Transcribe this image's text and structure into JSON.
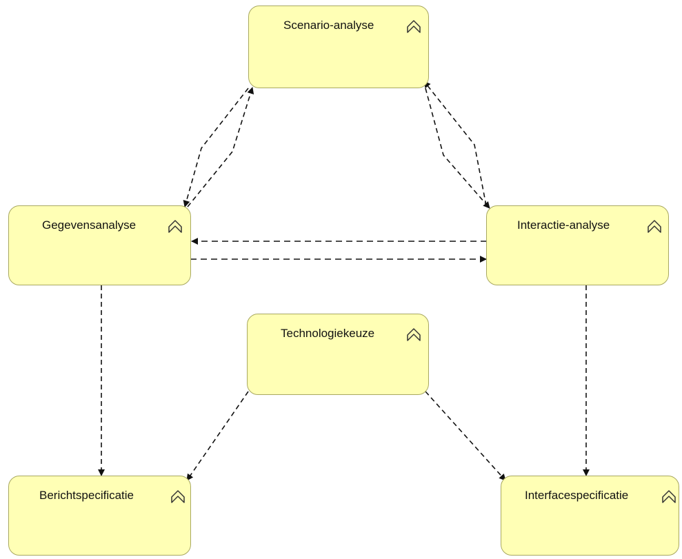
{
  "diagram": {
    "colors": {
      "node_fill": "#ffffb5",
      "node_border": "#a8a860",
      "edge": "#111111"
    },
    "icon": "process-chevron-icon",
    "nodes": {
      "scenario": {
        "label": "Scenario-analyse"
      },
      "gegevens": {
        "label": "Gegevensanalyse"
      },
      "interactie": {
        "label": "Interactie-analyse"
      },
      "technologie": {
        "label": "Technologiekeuze"
      },
      "bericht": {
        "label": "Berichtspecificatie"
      },
      "interface": {
        "label": "Interfacespecificatie"
      }
    },
    "edges": [
      {
        "from": "scenario",
        "to": "gegevens",
        "style": "dashed"
      },
      {
        "from": "gegevens",
        "to": "scenario",
        "style": "dashed"
      },
      {
        "from": "scenario",
        "to": "interactie",
        "style": "dashed"
      },
      {
        "from": "interactie",
        "to": "scenario",
        "style": "dashed"
      },
      {
        "from": "interactie",
        "to": "gegevens",
        "style": "dashed"
      },
      {
        "from": "gegevens",
        "to": "interactie",
        "style": "dashed"
      },
      {
        "from": "gegevens",
        "to": "bericht",
        "style": "dashed"
      },
      {
        "from": "interactie",
        "to": "interface",
        "style": "dashed"
      },
      {
        "from": "technologie",
        "to": "bericht",
        "style": "dashed"
      },
      {
        "from": "technologie",
        "to": "interface",
        "style": "dashed"
      }
    ]
  }
}
